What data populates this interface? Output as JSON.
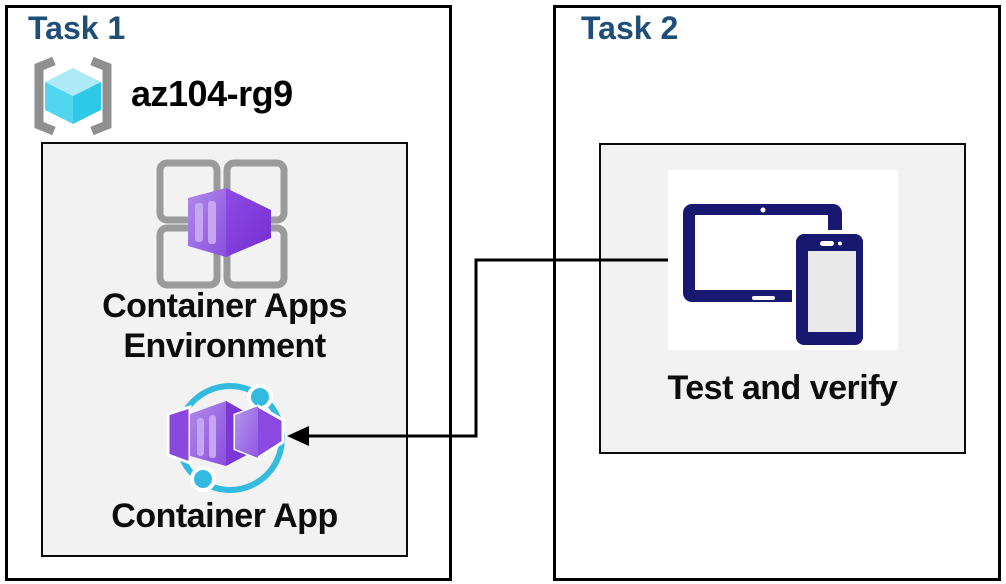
{
  "diagram": {
    "task1": {
      "title": "Task 1",
      "resource_group": {
        "name": "az104-rg9",
        "icon": "azure-resource-group-icon"
      },
      "environment": {
        "label": "Container Apps\nEnvironment",
        "icon": "container-apps-environment-icon"
      },
      "app": {
        "label": "Container App",
        "icon": "container-app-icon"
      }
    },
    "task2": {
      "title": "Task 2",
      "verify": {
        "label": "Test and verify",
        "icon": "tablet-and-phone-icon"
      }
    },
    "connector": {
      "from": "task2-verify-panel",
      "to": "task1-container-app-icon",
      "style": "elbow-arrow-left"
    }
  },
  "colors": {
    "task_title": "#1F4E79",
    "panel_fill": "#F2F2F2",
    "border": "#000000",
    "cyan_accent": "#33BADF",
    "purple_front": "#A172E8",
    "purple_side": "#7B38D6",
    "device_navy": "#181870",
    "bracket_gray": "#8F8F8F"
  }
}
